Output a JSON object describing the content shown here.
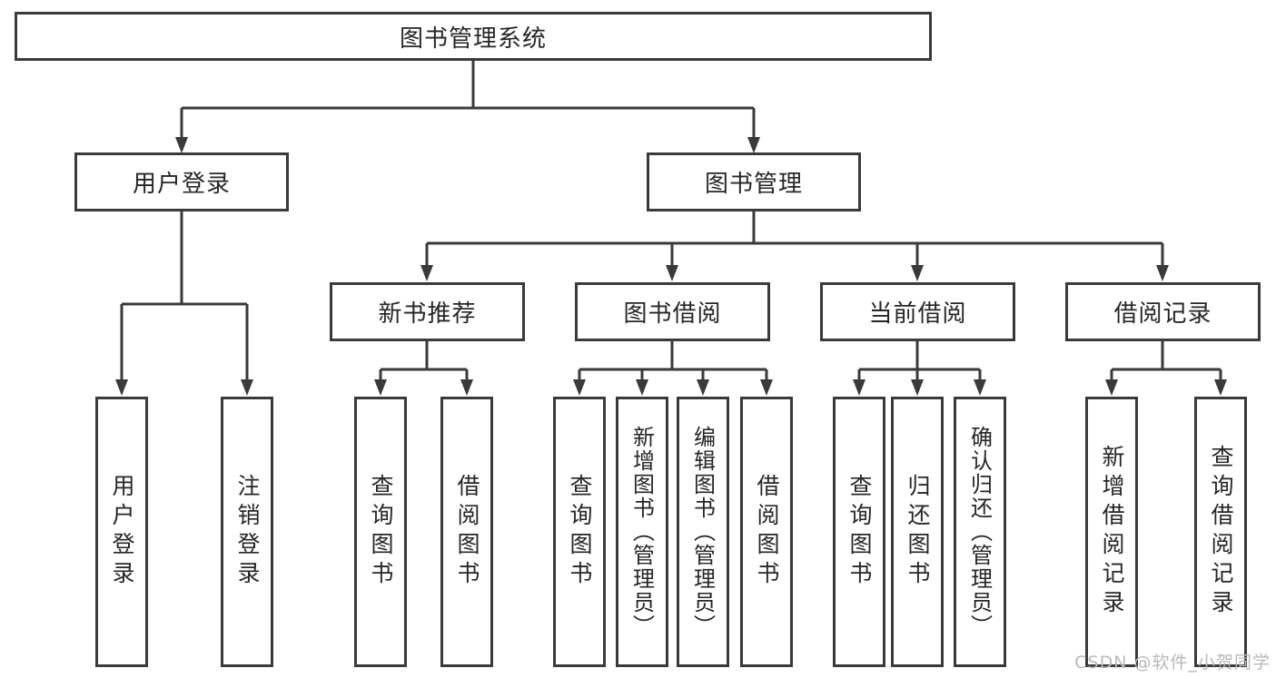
{
  "tree": {
    "root": "图书管理系统",
    "children": [
      {
        "label": "用户登录",
        "children": [
          "用户登录",
          "注销登录"
        ]
      },
      {
        "label": "图书管理",
        "children": [
          {
            "label": "新书推荐",
            "children": [
              "查询图书",
              "借阅图书"
            ]
          },
          {
            "label": "图书借阅",
            "children": [
              "查询图书",
              "新增图书（管理员）",
              "编辑图书（管理员）",
              "借阅图书"
            ]
          },
          {
            "label": "当前借阅",
            "children": [
              "查询图书",
              "归还图书",
              "确认归还（管理员）"
            ]
          },
          {
            "label": "借阅记录",
            "children": [
              "新增借阅记录",
              "查询借阅记录"
            ]
          }
        ]
      }
    ]
  },
  "watermark": {
    "text": "CSDN @软件_小贺同学"
  },
  "colors": {
    "line": "#3a3a3a",
    "text": "#262626",
    "watermark": "#b9b9b9",
    "box-bg": "#ffffff"
  }
}
